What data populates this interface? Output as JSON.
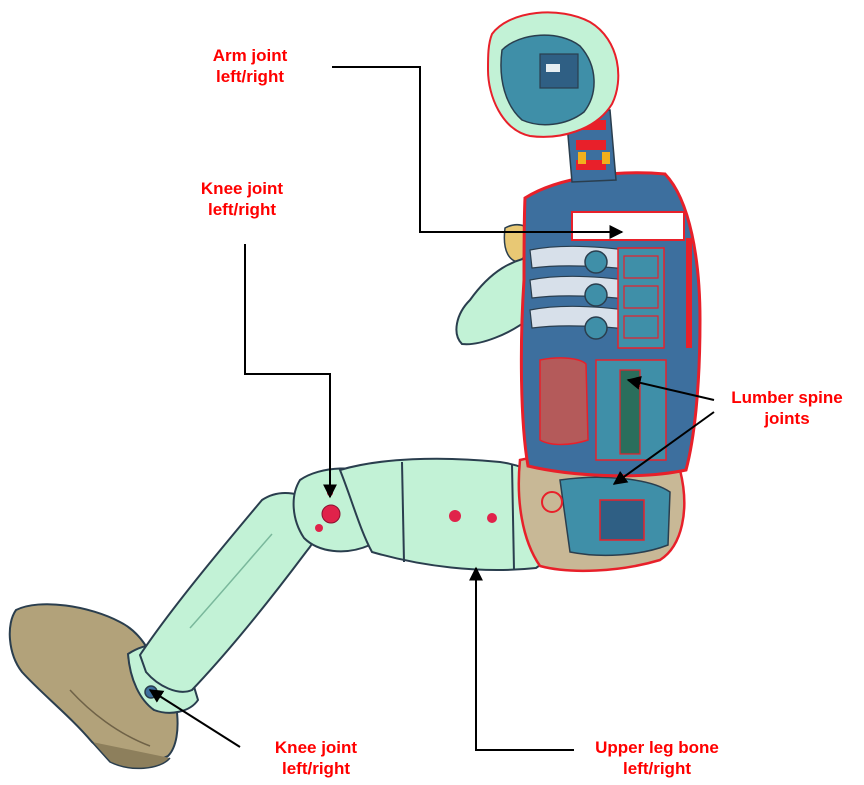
{
  "colors": {
    "label": "#ff0000",
    "leader": "#000000",
    "body_mint": "#c2f2d6",
    "body_outline": "#2a3e4e",
    "torso_blue": "#3d6f9e",
    "torso_teal": "#3f8fa8",
    "internal_red": "#e8202a",
    "shoe": "#b2a27a",
    "pelvis_tan": "#c8b896",
    "joint_red": "#e0224a"
  },
  "callouts": {
    "arm_joint": {
      "line1": "Arm joint",
      "line2": "left/right"
    },
    "knee_joint_upper": {
      "line1": "Knee joint",
      "line2": "left/right"
    },
    "lumber_spine": {
      "line1": "Lumber spine",
      "line2": "joints"
    },
    "knee_joint_lower": {
      "line1": "Knee joint",
      "line2": "left/right"
    },
    "upper_leg_bone": {
      "line1": "Upper leg bone",
      "line2": "left/right"
    }
  }
}
